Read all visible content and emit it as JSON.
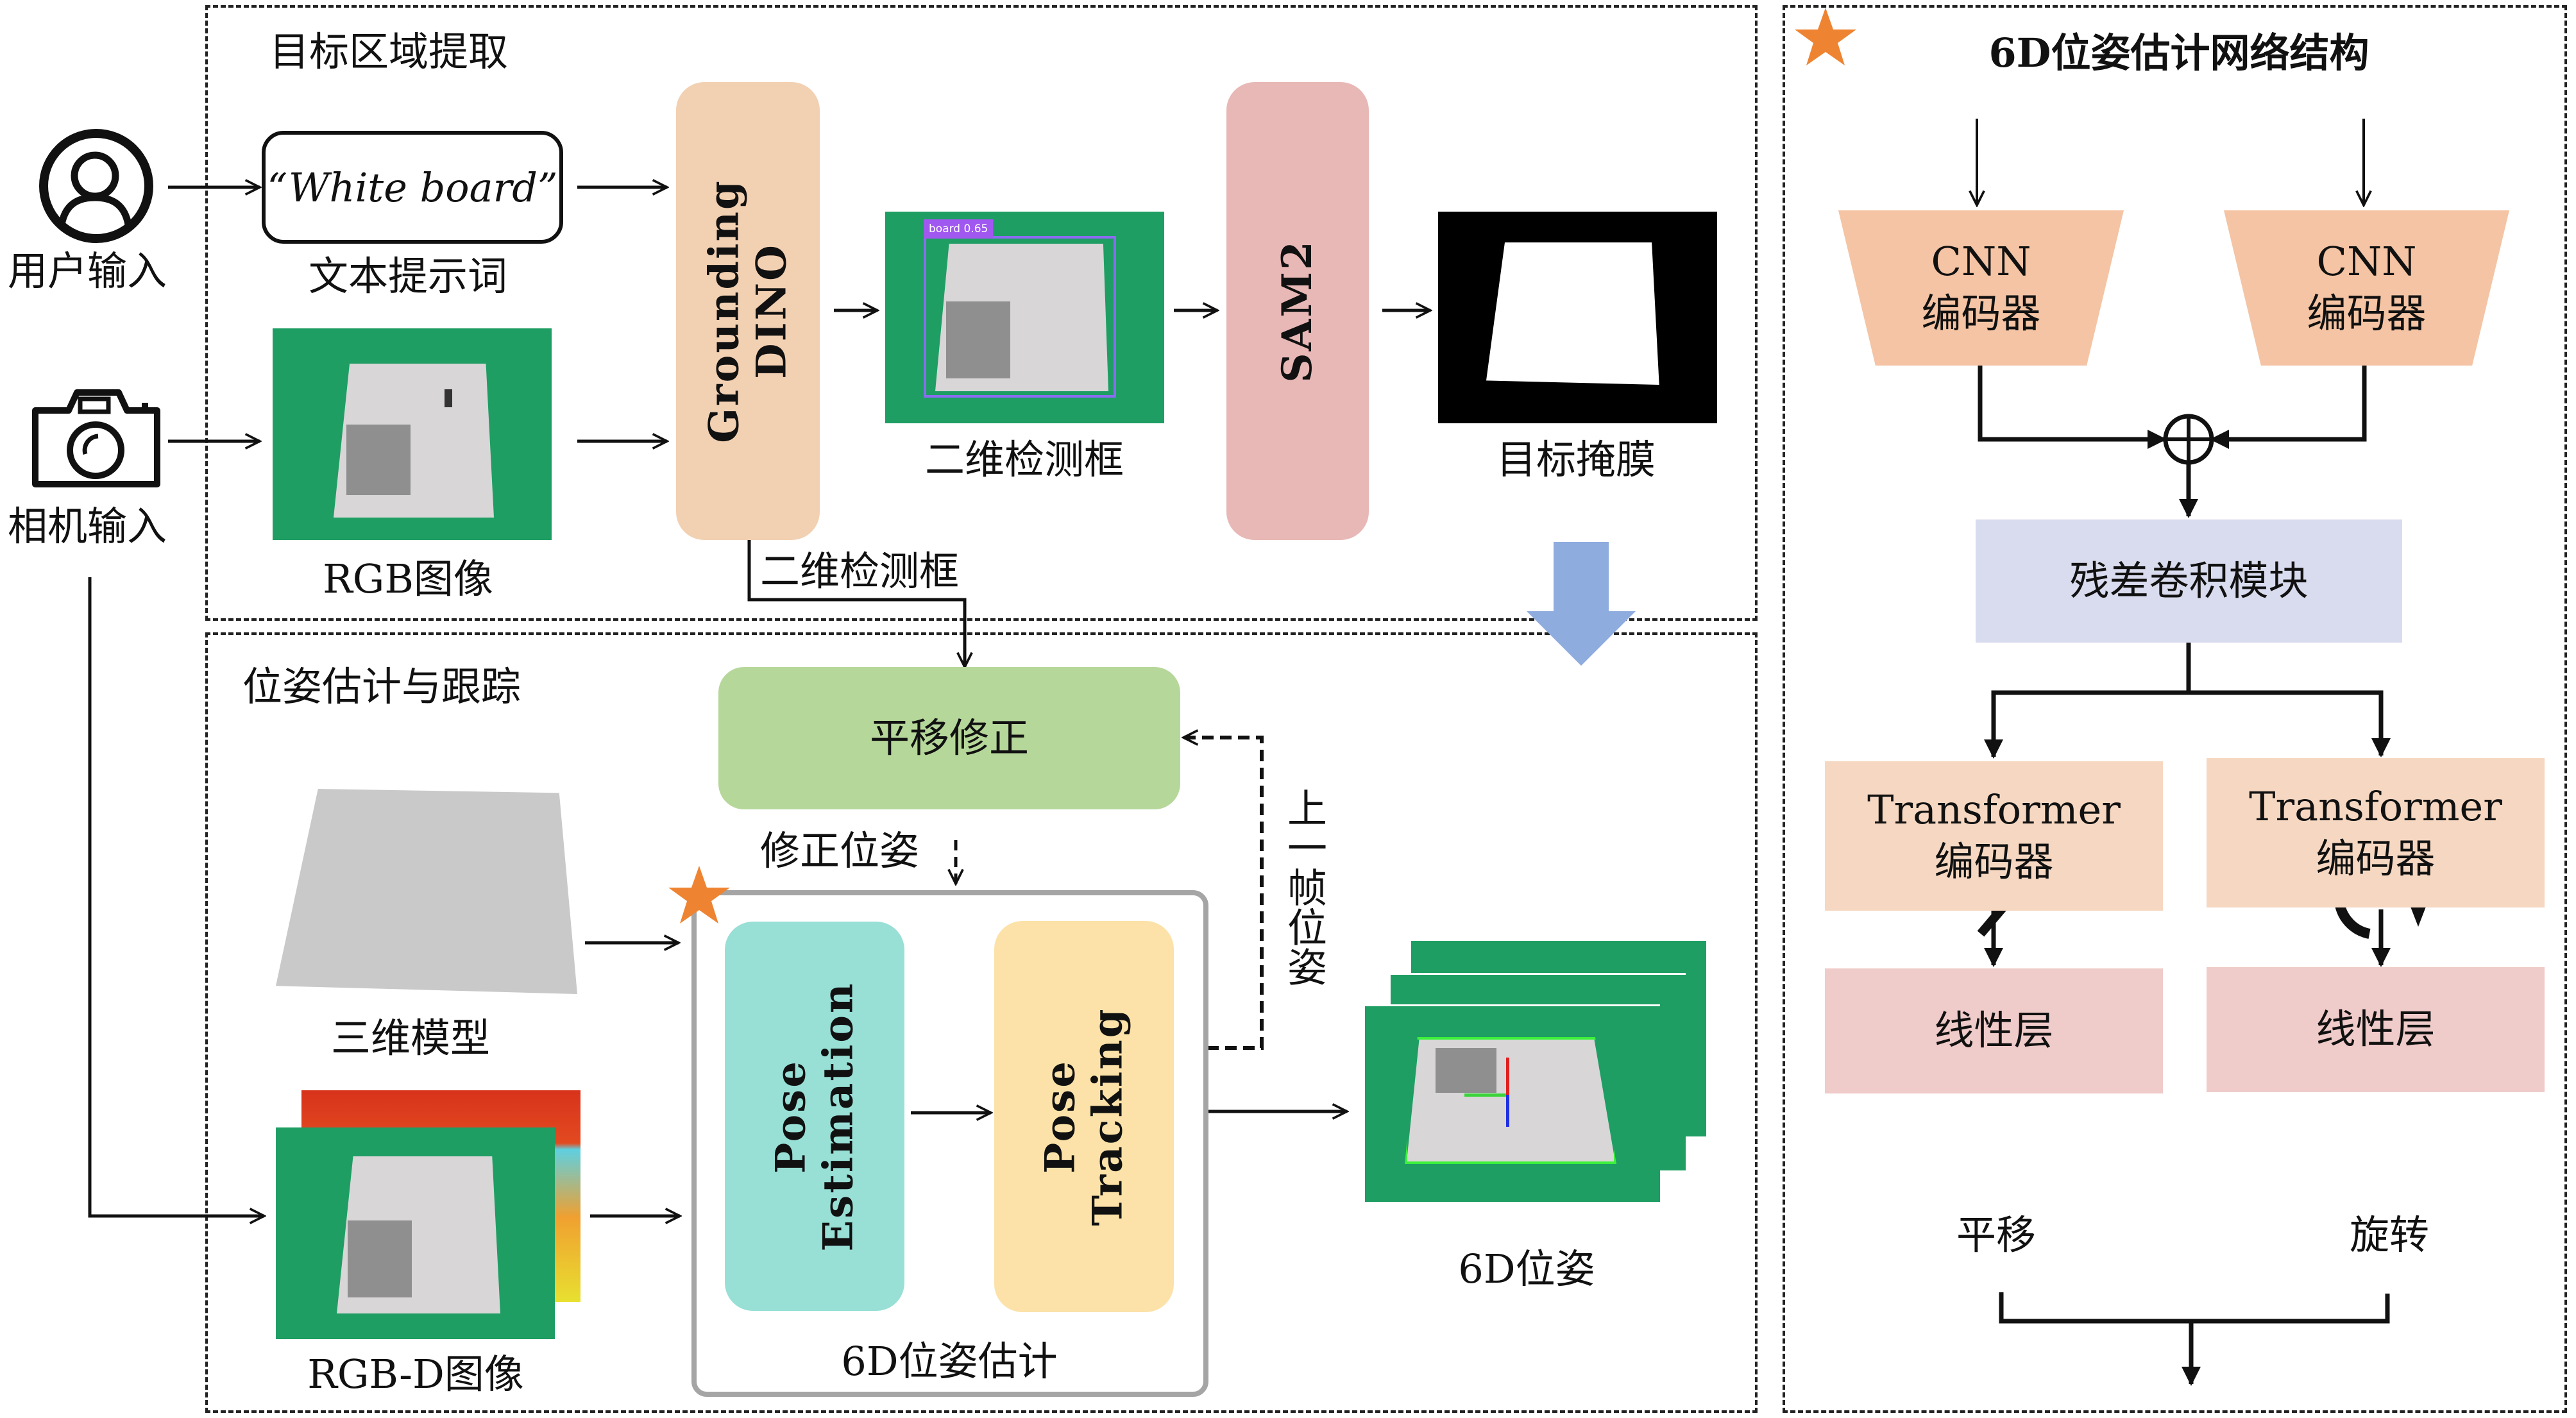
{
  "sections": {
    "extraction_title": "目标区域提取",
    "tracking_title": "位姿估计与跟踪",
    "network_title": "6D位姿估计网络结构"
  },
  "inputs": {
    "user_input": "用户输入",
    "camera_input": "相机输入",
    "text_prompt_value": "“White board”",
    "text_prompt_label": "文本提示词",
    "rgb_label": "RGB图像"
  },
  "extraction": {
    "grounding_dino_line1": "Grounding",
    "grounding_dino_line2": "DINO",
    "detection_label": "二维检测框",
    "detection_tag": "board 0.65",
    "sam2_label": "SAM2",
    "mask_label": "目标掩膜",
    "bbox_connector_label": "二维检测框"
  },
  "tracking": {
    "translation_correction": "平移修正",
    "corrected_pose": "修正位姿",
    "previous_frame_pose": "上一帧位姿",
    "model_label": "三维模型",
    "rgbd_label": "RGB-D图像",
    "pose_estimation_line1": "Pose",
    "pose_estimation_line2": "Estimation",
    "pose_tracking_line1": "Pose",
    "pose_tracking_line2": "Tracking",
    "estimator_label": "6D位姿估计",
    "output_label": "6D位姿"
  },
  "network": {
    "cnn_encoder_left": {
      "line1": "CNN",
      "line2": "编码器"
    },
    "cnn_encoder_right": {
      "line1": "CNN",
      "line2": "编码器"
    },
    "residual_block": "残差卷积模块",
    "transformer_left": {
      "line1": "Transformer",
      "line2": "编码器"
    },
    "transformer_right": {
      "line1": "Transformer",
      "line2": "编码器"
    },
    "linear_left": "线性层",
    "linear_right": "线性层",
    "translation_label": "平移",
    "rotation_label": "旋转"
  },
  "colors": {
    "grounding_dino": "#f2d0b2",
    "sam2": "#e8b8b6",
    "translation_correction": "#b6d79a",
    "pose_estimation": "#98dfd6",
    "pose_tracking": "#fce2a8",
    "cnn_encoder": "#f4c4a4",
    "residual_block": "#d9dbee",
    "transformer": "#f6d8c2",
    "linear": "#efcbc9",
    "star": "#ee8432",
    "big_arrow": "#8facdf"
  }
}
